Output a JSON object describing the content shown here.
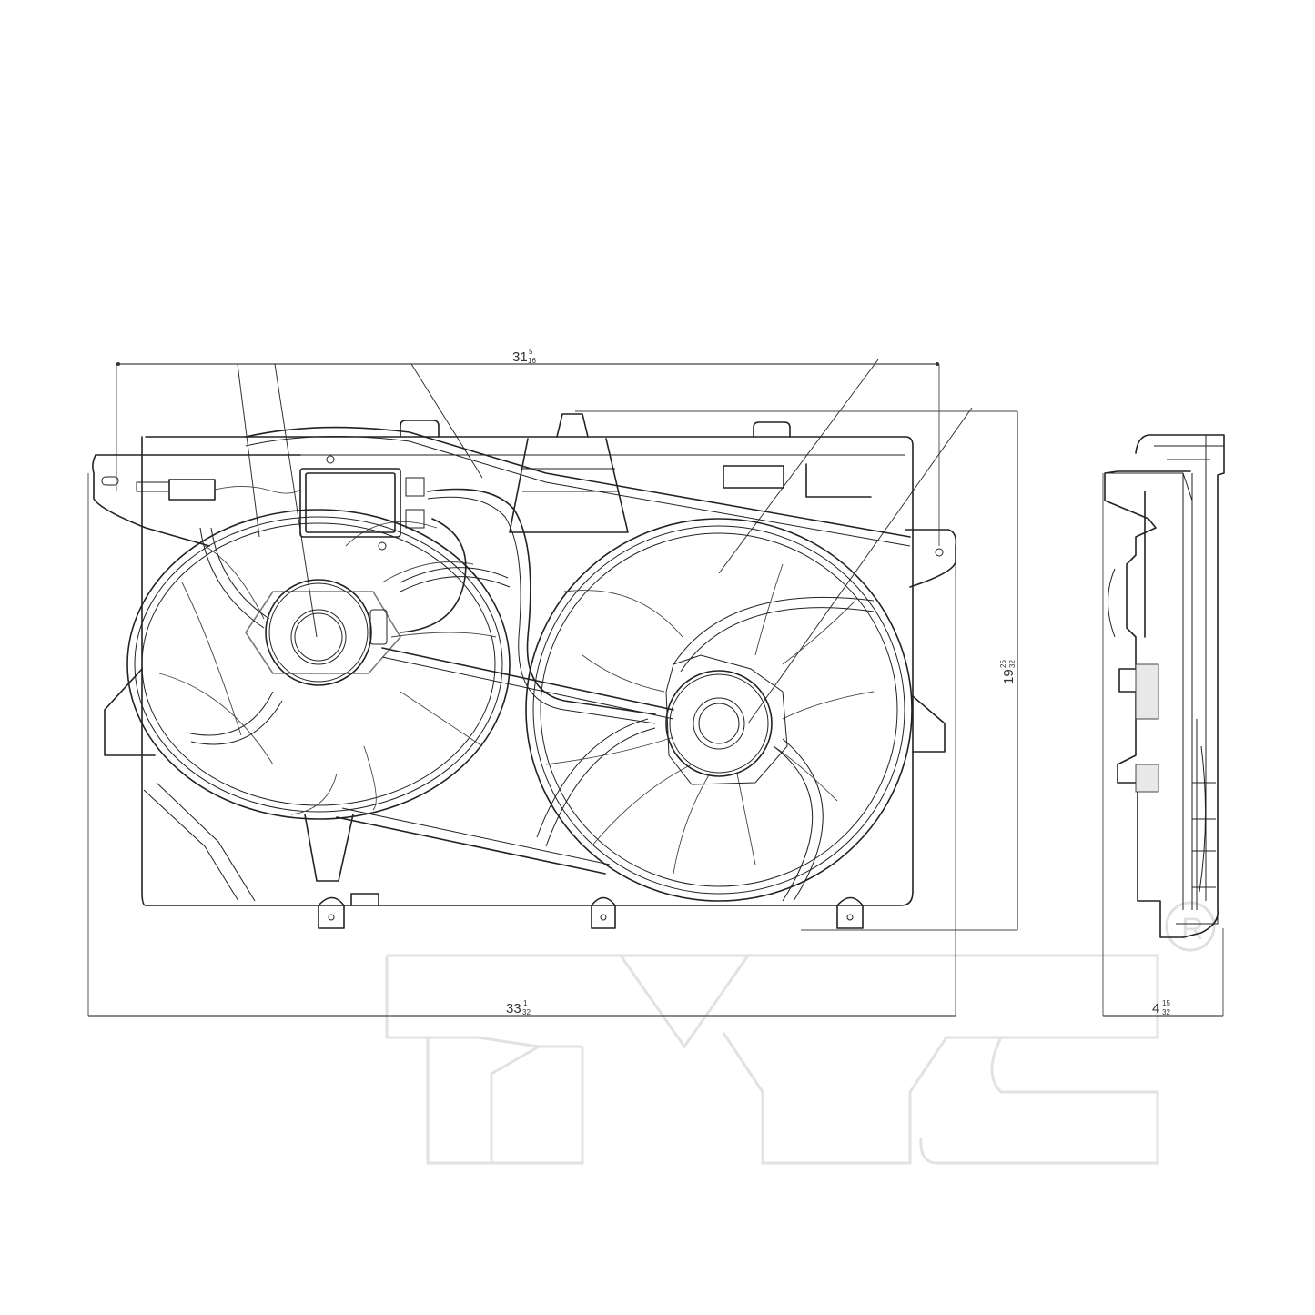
{
  "drawing": {
    "type": "technical line drawing",
    "subject": "dual radiator cooling fan assembly",
    "views": [
      "front view",
      "side view"
    ],
    "line_color": "#222222",
    "background_color": "#ffffff"
  },
  "dimensions": {
    "top_width": {
      "whole": "31",
      "num": "5",
      "den": "16",
      "label": "31 5/16"
    },
    "overall_width": {
      "whole": "33",
      "num": "1",
      "den": "32",
      "label": "33 1/32"
    },
    "height": {
      "whole": "19",
      "num": "25",
      "den": "32",
      "label": "19 25/32"
    },
    "depth": {
      "whole": "4",
      "num": "15",
      "den": "32",
      "label": "4 15/32"
    }
  },
  "watermark": {
    "text": "TYC",
    "registered_mark": "R",
    "color": "#e2e2e2"
  }
}
